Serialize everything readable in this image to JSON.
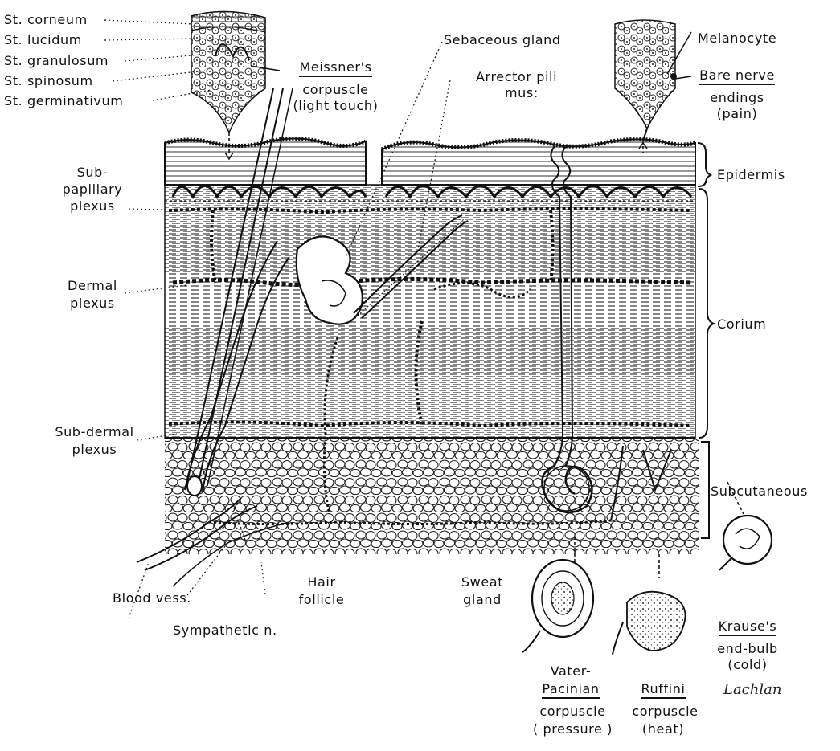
{
  "epidermis_layers": {
    "corneum": "St. corneum",
    "lucidum": "St. lucidum",
    "granulosum": "St. granulosum",
    "spinosum": "St. spinosum",
    "germinativum": "St. germinativum"
  },
  "meissner": {
    "name": "Meissner's",
    "line2": "corpuscle",
    "line3": "(light touch)"
  },
  "sebaceous_gland": "Sebaceous gland",
  "arrector_pili": {
    "line1": "Arrector pili",
    "line2": "mus:"
  },
  "melanocyte": "Melanocyte",
  "bare_nerve": {
    "name": "Bare nerve",
    "line2": "endings",
    "line3": "(pain)"
  },
  "regions": {
    "epidermis": "Epidermis",
    "corium": "Corium",
    "subcutaneous": "Subcutaneous"
  },
  "plexuses": {
    "subpapillary": {
      "line1": "Sub-",
      "line2": "papillary",
      "line3": "plexus"
    },
    "dermal": {
      "line1": "Dermal",
      "line2": "plexus"
    },
    "subdermal": {
      "line1": "Sub-dermal",
      "line2": "plexus"
    }
  },
  "bottom_labels": {
    "blood_vess": "Blood vess.",
    "sympathetic": "Sympathetic n.",
    "hair_follicle": {
      "line1": "Hair",
      "line2": "follicle"
    },
    "sweat_gland": {
      "line1": "Sweat",
      "line2": "gland"
    }
  },
  "receptors": {
    "vater_pacinian": {
      "line1": "Vater-",
      "line2": "Pacinian",
      "line3": "corpuscle",
      "line4": "( pressure )"
    },
    "ruffini": {
      "name": "Ruffini",
      "line2": "corpuscle",
      "line3": "(heat)"
    },
    "krause": {
      "name": "Krause's",
      "line2": "end-bulb",
      "line3": "(cold)"
    }
  },
  "signature": "Lachlan"
}
